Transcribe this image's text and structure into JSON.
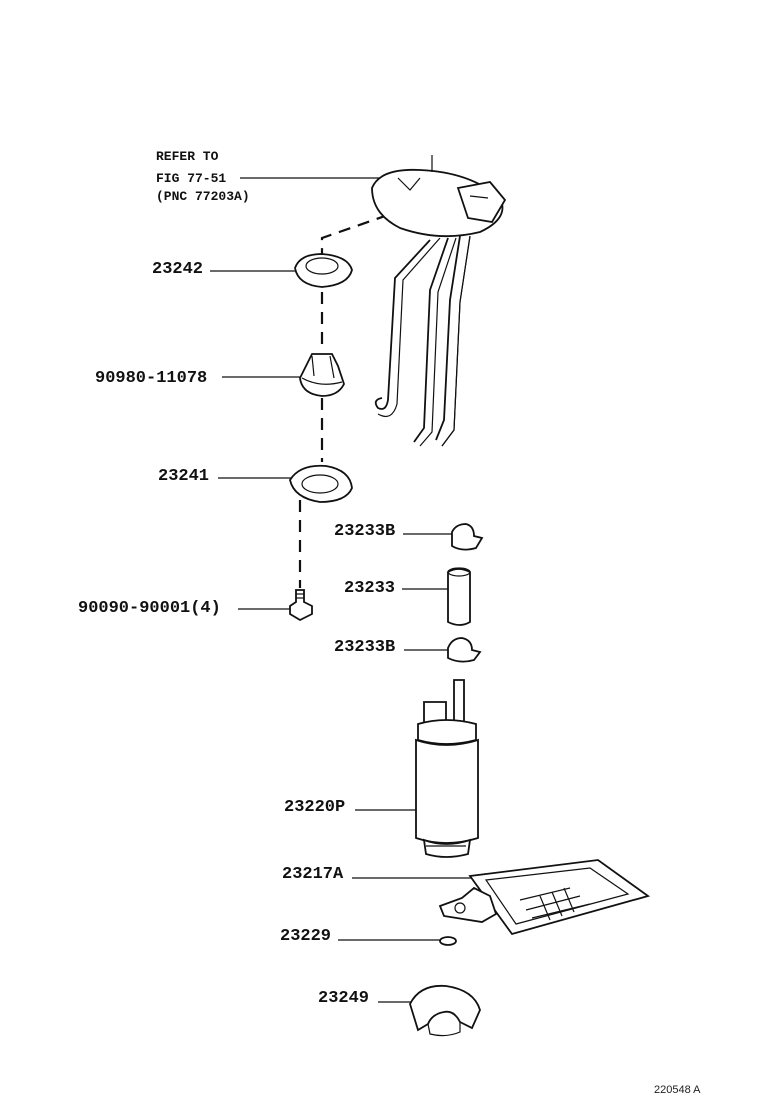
{
  "reference_note": {
    "line1": "REFER TO",
    "line2": "FIG 77-51",
    "line3": "(PNC 77203A)"
  },
  "parts": {
    "p23242": "23242",
    "p90980": "90980-11078",
    "p23241": "23241",
    "p90090": "90090-90001(4)",
    "p23233B_top": "23233B",
    "p23233": "23233",
    "p23233B_bottom": "23233B",
    "p23220P": "23220P",
    "p23217A": "23217A",
    "p23229": "23229",
    "p23249": "23249"
  },
  "figure_code": "220548 A"
}
